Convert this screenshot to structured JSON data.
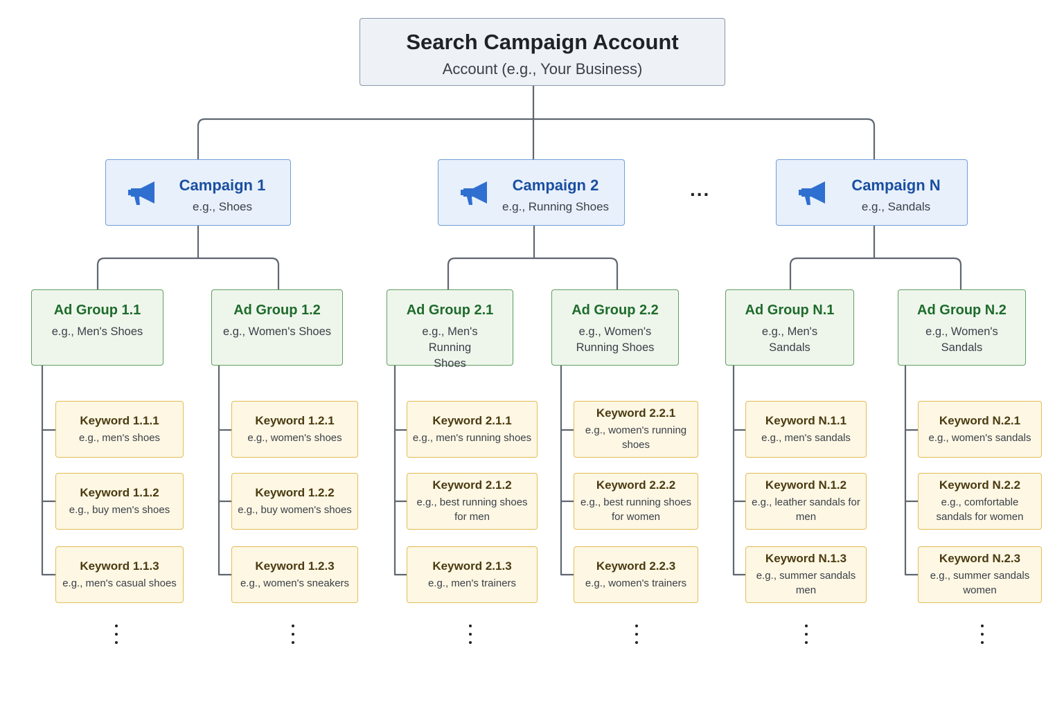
{
  "account": {
    "title": "Search Campaign Account",
    "subtitle": "Account (e.g., Your Business)"
  },
  "campaign_gap": "...",
  "campaigns": [
    {
      "title": "Campaign 1",
      "example": "e.g., Shoes",
      "icon": "megaphone-icon",
      "ad_groups": [
        {
          "title": "Ad Group 1.1",
          "example": "e.g., Men's Shoes",
          "keywords": [
            {
              "title": "Keyword 1.1.1",
              "example": "e.g., men's shoes"
            },
            {
              "title": "Keyword 1.1.2",
              "example": "e.g., buy men's shoes"
            },
            {
              "title": "Keyword 1.1.3",
              "example": "e.g., men's casual shoes"
            }
          ]
        },
        {
          "title": "Ad Group 1.2",
          "example": "e.g., Women's Shoes",
          "keywords": [
            {
              "title": "Keyword 1.2.1",
              "example": "e.g., women's shoes"
            },
            {
              "title": "Keyword 1.2.2",
              "example": "e.g., buy women's shoes"
            },
            {
              "title": "Keyword 1.2.3",
              "example": "e.g., women's sneakers"
            }
          ]
        }
      ]
    },
    {
      "title": "Campaign 2",
      "example": "e.g., Running Shoes",
      "icon": "megaphone-icon",
      "ad_groups": [
        {
          "title": "Ad Group 2.1",
          "example": "e.g., Men's Running Shoes",
          "keywords": [
            {
              "title": "Keyword 2.1.1",
              "example": "e.g., men's running shoes"
            },
            {
              "title": "Keyword 2.1.2",
              "example": "e.g., best running shoes for men"
            },
            {
              "title": "Keyword 2.1.3",
              "example": "e.g., men's trainers"
            }
          ]
        },
        {
          "title": "Ad Group 2.2",
          "example": "e.g., Women's Running Shoes",
          "keywords": [
            {
              "title": "Keyword 2.2.1",
              "example": "e.g., women's running shoes"
            },
            {
              "title": "Keyword 2.2.2",
              "example": "e.g., best running shoes for women"
            },
            {
              "title": "Keyword 2.2.3",
              "example": "e.g., women's trainers"
            }
          ]
        }
      ]
    },
    {
      "title": "Campaign N",
      "example": "e.g., Sandals",
      "icon": "megaphone-icon",
      "ad_groups": [
        {
          "title": "Ad Group N.1",
          "example": "e.g., Men's Sandals",
          "keywords": [
            {
              "title": "Keyword N.1.1",
              "example": "e.g., men's sandals"
            },
            {
              "title": "Keyword N.1.2",
              "example": "e.g., leather sandals for men"
            },
            {
              "title": "Keyword N.1.3",
              "example": "e.g., summer sandals men"
            }
          ]
        },
        {
          "title": "Ad Group N.2",
          "example": "e.g., Women's Sandals",
          "keywords": [
            {
              "title": "Keyword N.2.1",
              "example": "e.g., women's sandals"
            },
            {
              "title": "Keyword N.2.2",
              "example": "e.g., comfortable sandals for women"
            },
            {
              "title": "Keyword N.2.3",
              "example": "e.g., summer sandals women"
            }
          ]
        }
      ]
    }
  ],
  "colors": {
    "connector": "#5f6670",
    "account_fill": "#eef2f7",
    "campaign_fill": "#e8f0fb",
    "campaign_title": "#1a4fa0",
    "icon": "#2f6fd0",
    "adgroup_fill": "#eef6ec",
    "adgroup_title": "#1e6b2b",
    "keyword_fill": "#fdf7e4",
    "keyword_border": "#e3bd55"
  }
}
